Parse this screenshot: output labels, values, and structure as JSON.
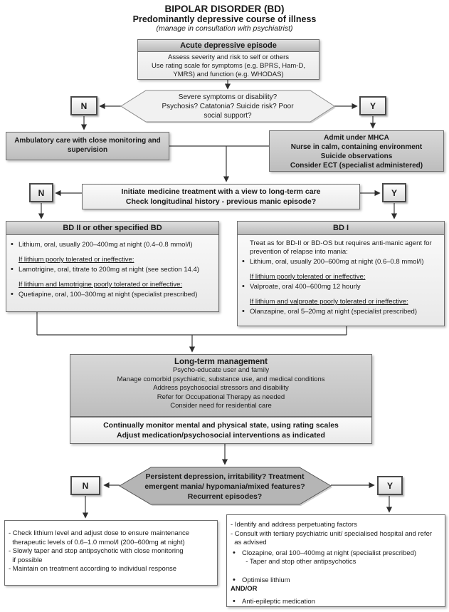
{
  "title": {
    "line1": "BIPOLAR DISORDER (BD)",
    "line2": "Predominantly depressive course of illness",
    "line3": "(manage in consultation with psychiatrist)"
  },
  "acute": {
    "header": "Acute depressive episode",
    "body": "Assess severity and risk to self or others\nUse rating scale for symptoms (e.g. BPRS, Ham-D,\nYMRS) and function (e.g. WHODAS)"
  },
  "decision1": {
    "text": "Severe symptoms or disability?\nPsychosis? Catatonia? Suicide risk? Poor\nsocial support?",
    "no": "N",
    "yes": "Y"
  },
  "ambulatory": {
    "text": "Ambulatory care with close monitoring and\nsupervision"
  },
  "admit": {
    "text": "Admit under MHCA\nNurse in calm, containing environment\nSuicide observations\nConsider ECT (specialist administered)"
  },
  "initiate": {
    "text": "Initiate medicine treatment with a view to long-term care\nCheck longitudinal history - previous manic episode?",
    "no": "N",
    "yes": "Y"
  },
  "bd2": {
    "header": "BD II or other specified BD",
    "items": [
      {
        "text": "Lithium, oral, usually 200–400mg at night (0.4–0.8 mmol/l)"
      },
      {
        "text": "If lithium poorly tolerated or ineffective:"
      },
      {
        "text": "Lamotrigine, oral, titrate to 200mg at night (see section 14.4)"
      },
      {
        "text": "If lithium and lamotrigine poorly tolerated or ineffective:"
      },
      {
        "text": "Quetiapine, oral, 100–300mg at night (specialist prescribed)"
      }
    ]
  },
  "bd1": {
    "header": "BD I",
    "intro": "Treat as for BD-II or BD-OS but requires anti-manic agent for\nprevention of relapse into mania:",
    "items": [
      {
        "text": "Lithium, oral, usually 200–600mg at night (0.6–0.8 mmol/l)"
      },
      {
        "text": "If lithium poorly tolerated or ineffective:"
      },
      {
        "text": "Valproate, oral 400–600mg 12 hourly"
      },
      {
        "text": "If lithium and valproate poorly tolerated or ineffective:"
      },
      {
        "text": "Olanzapine, oral 5–20mg at night (specialist prescribed)"
      }
    ]
  },
  "longterm": {
    "header": "Long-term management",
    "body": "Psycho-educate user and family\nManage comorbid psychiatric, substance use, and medical conditions\nAddress psychosocial stressors and disability\nRefer for Occupational Therapy as needed\nConsider need for residential care"
  },
  "monitor": {
    "text": "Continually monitor mental and physical state, using rating scales\nAdjust medication/psychosocial interventions as indicated"
  },
  "decision2": {
    "text": "Persistent depression, irritability? Treatment\nemergent mania/ hypomania/mixed features?\nRecurrent episodes?",
    "no": "N",
    "yes": "Y"
  },
  "outcome_no": {
    "text": "- Check lithium level and adjust dose to ensure maintenance\n  therapeutic levels of 0.6–1.0 mmol/l (200–600mg at night)\n- Slowly taper and stop antipsychotic with close monitoring\n  if possible\n- Maintain on treatment according to individual response"
  },
  "outcome_yes": {
    "dashes": "- Identify and address perpetuating factors\n- Consult with tertiary psychiatric unit/ specialised hospital and refer\n  as advised",
    "clozapine": "Clozapine, oral 100–400mg at night (specialist prescribed)\n  - Taper and stop other antipsychotics",
    "optimise": "Optimise lithium",
    "andor": "AND/OR",
    "antiepileptic": "Anti-epileptic medication"
  }
}
